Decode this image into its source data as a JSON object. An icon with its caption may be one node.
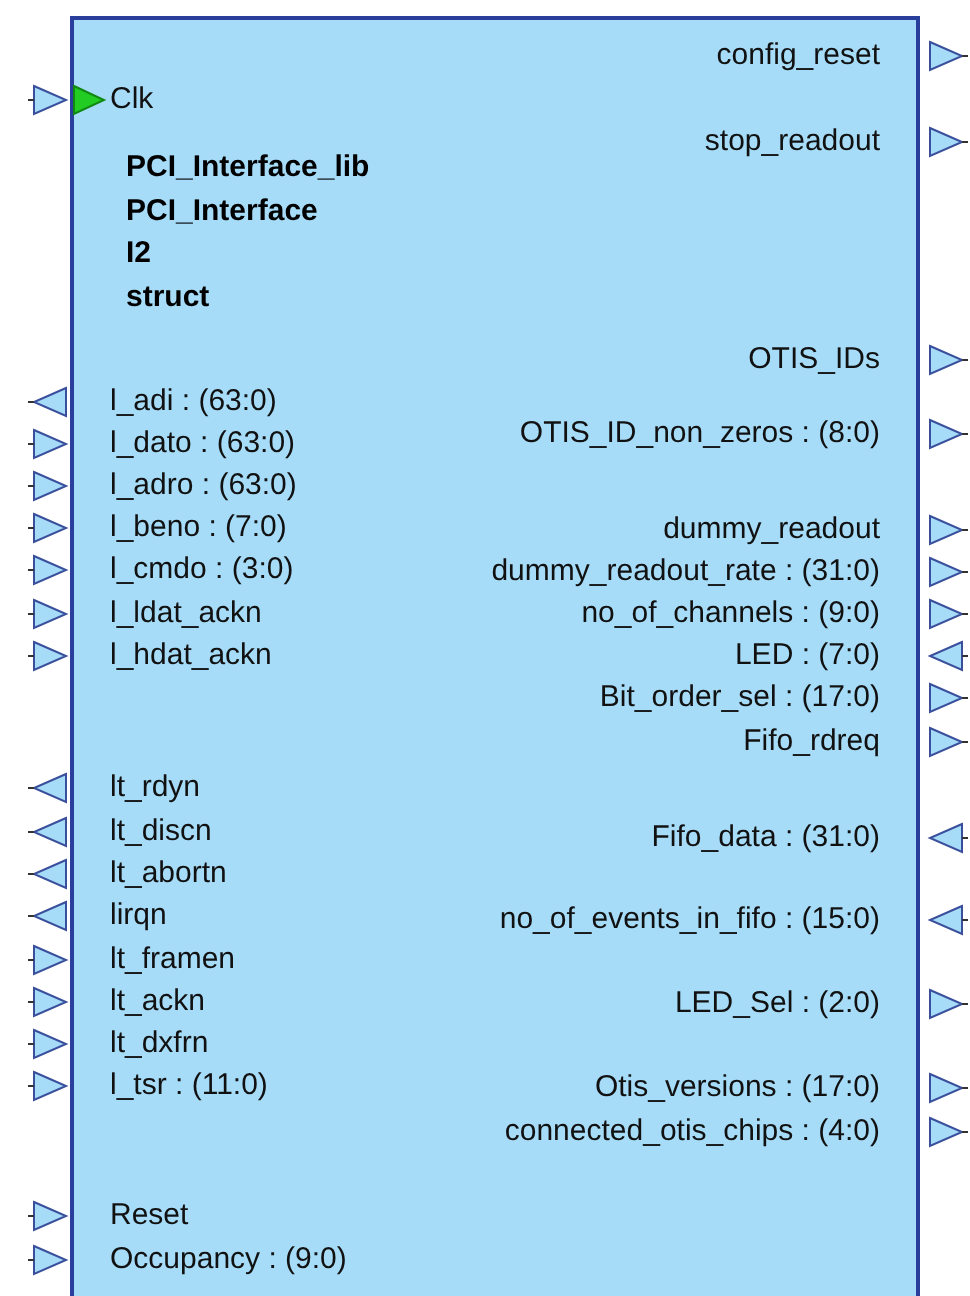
{
  "diagram": {
    "nodes": [
      {
        "text": [
          "PCI_Interface_lib",
          "PCI_Interface",
          "I2",
          "struct"
        ]
      }
    ],
    "labels": [
      "config_reset",
      "Clk",
      "stop_readout",
      "OTIS_IDs",
      "l_adi : (63:0)",
      "l_dato : (63:0)",
      "OTIS_ID_non_zeros : (8:0)",
      "l_adro : (63:0)",
      "l_beno : (7:0)",
      "dummy_readout",
      "l_cmdo : (3:0)",
      "dummy_readout_rate : (31:0)",
      "l_ldat_ackn",
      "no_of_channels : (9:0)",
      "l_hdat_ackn",
      "LED : (7:0)",
      "Bit_order_sel : (17:0)",
      "Fifo_rdreq",
      "lt_rdyn",
      "lt_discn",
      "Fifo_data : (31:0)",
      "lt_abortn",
      "lirqn",
      "no_of_events_in_fifo : (15:0)",
      "lt_framen",
      "lt_ackn",
      "LED_Sel : (2:0)",
      "lt_dxfrn",
      "l_tsr : (11:0)",
      "Otis_versions : (17:0)",
      "connected_otis_chips : (4:0)",
      "Reset",
      "Occupancy : (9:0)"
    ]
  }
}
